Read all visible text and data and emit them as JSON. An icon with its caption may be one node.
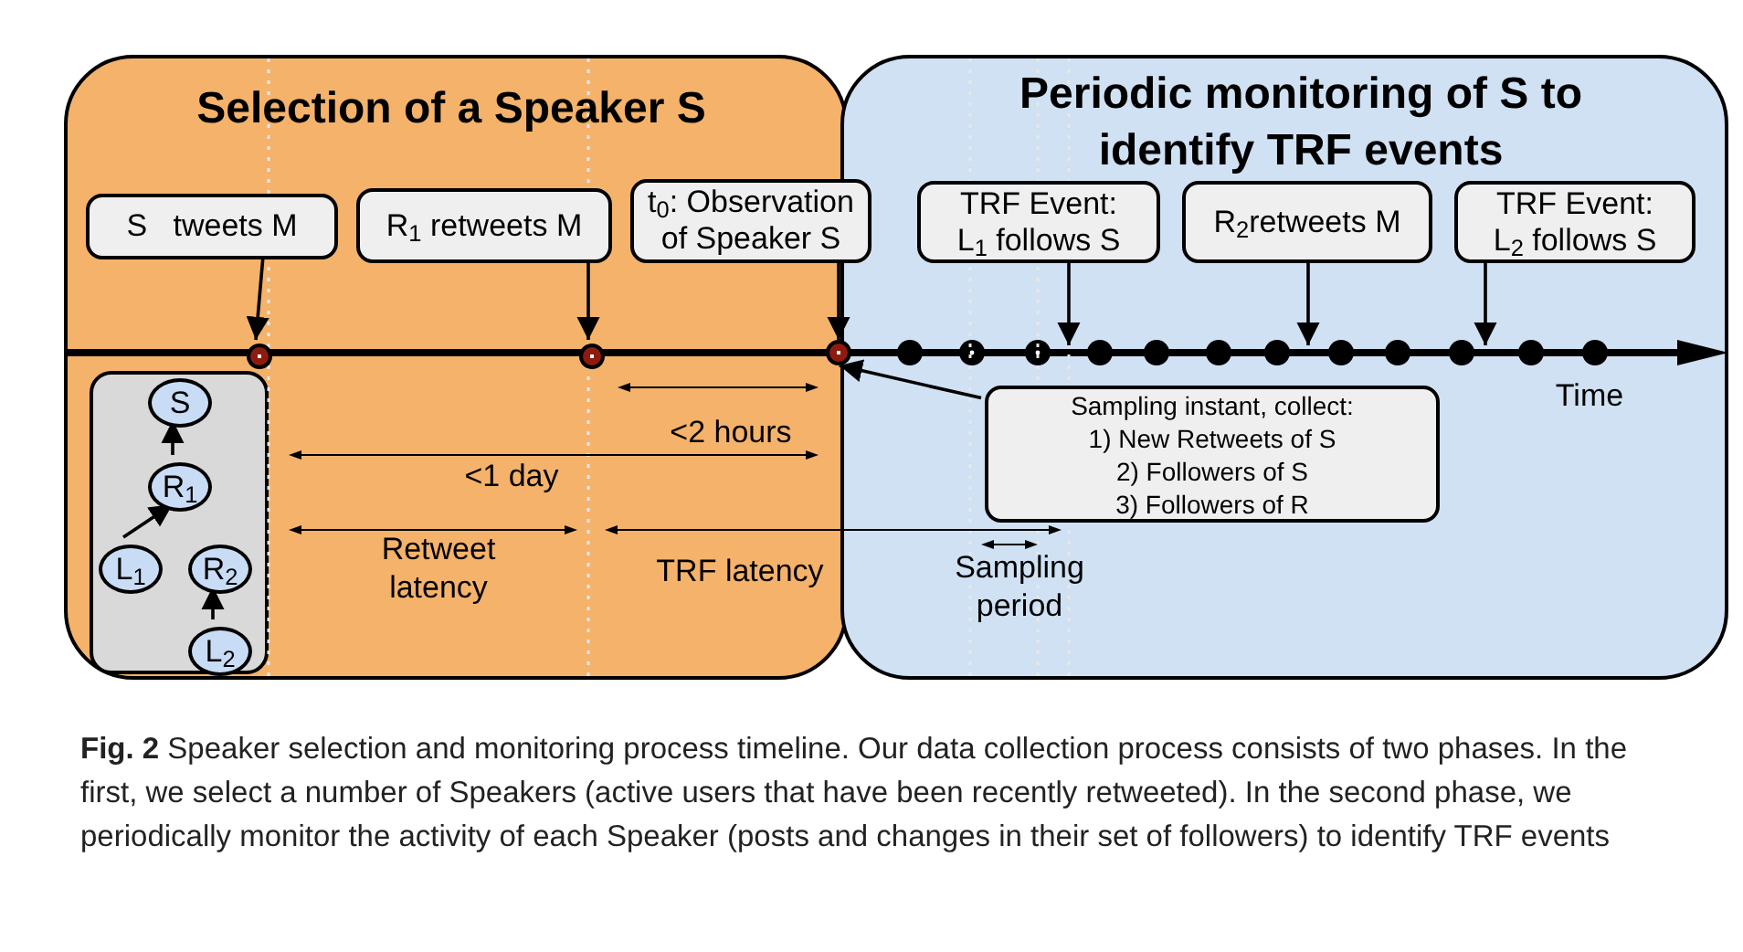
{
  "diagram": {
    "caption": "**Fig. 2** Speaker selection and monitoring process timeline. Our data collection process consists of two phases. In the first, we select a number of Speakers (active users that have been recently retweeted). In the second phase, we periodically monitor the activity of each Speaker (posts and changes in their set of followers) to identify TRF events",
    "nodes": [
      {
        "text": [
          "Selection of a Speaker S"
        ]
      },
      {
        "text": [
          "Periodic monitoring of S to identify TRF events"
        ]
      },
      {
        "text": [
          "S   tweets M"
        ],
        "in": 0
      },
      {
        "text": [
          "R$_{1}$ retweets M"
        ],
        "in": 0
      },
      {
        "text": [
          "t$_{0}$: Observation of Speaker S"
        ]
      },
      {
        "text": [
          "TRF Event:",
          "L$_{1}$ follows S"
        ],
        "in": 1
      },
      {
        "text": [
          "R$_{2}$retweets M"
        ],
        "in": 1
      },
      {
        "text": [
          "TRF Event:",
          "L$_{2}$ follows S"
        ],
        "in": 1
      },
      {
        "text": [],
        "shape": "circle",
        "in": 0
      },
      {
        "text": [],
        "shape": "circle",
        "in": 0
      },
      {
        "text": [],
        "shape": "circle",
        "in": 18
      },
      {
        "text": [],
        "shape": "box",
        "in": 0
      },
      {
        "text": [
          "S"
        ],
        "in": 11
      },
      {
        "text": [
          "R$_{1}$"
        ],
        "in": 11
      },
      {
        "text": [
          "L$_{1}$"
        ],
        "in": 11
      },
      {
        "text": [
          "R$_{2}$"
        ],
        "in": 11
      },
      {
        "text": [
          "L$_{2}$"
        ],
        "in": 11
      },
      {
        "text": [
          "Sampling instant, collect:",
          "1) New Retweets of S",
          "2) Followers of S",
          "3) Followers of R"
        ],
        "in": 1
      },
      {
        "text": [],
        "shape": "bar",
        "beside": [
          "Time"
        ]
      }
    ],
    "edges": [
      {
        "from": 2,
        "to": 8,
        "arrow": "to"
      },
      {
        "from": 3,
        "to": 9,
        "arrow": "to"
      },
      {
        "from": 4,
        "to": 10,
        "arrow": "to"
      },
      {
        "from": 5,
        "to": 18,
        "arrow": "to"
      },
      {
        "from": 6,
        "to": 18,
        "arrow": "to"
      },
      {
        "from": 7,
        "to": 18,
        "arrow": "to"
      },
      {
        "from": 17,
        "to": 10,
        "arrow": "to"
      },
      {
        "from": 13,
        "to": 12,
        "arrow": "to"
      },
      {
        "from": 14,
        "to": 13,
        "arrow": "to"
      },
      {
        "from": 16,
        "to": 15,
        "arrow": "to"
      }
    ],
    "labels": [
      "<2 hours",
      "<1 day",
      "Retweet latency",
      "TRF latency",
      "Sampling period"
    ]
  }
}
